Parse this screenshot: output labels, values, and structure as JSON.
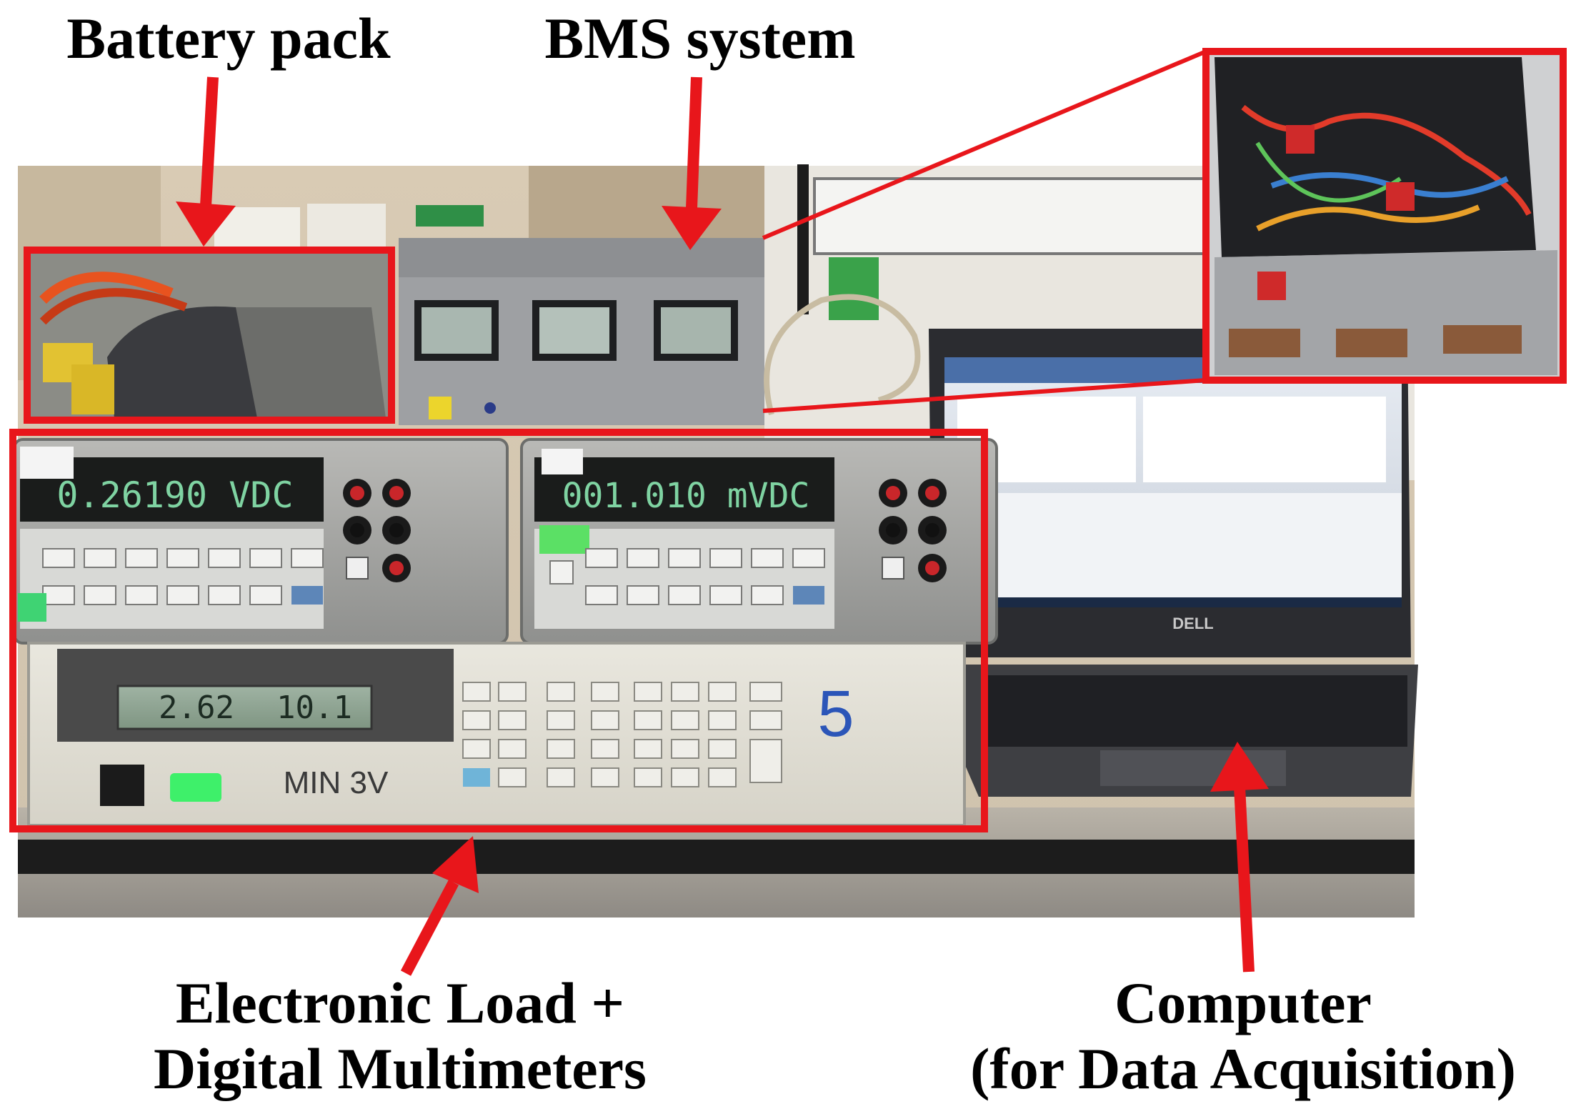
{
  "labels": {
    "battery_pack": "Battery pack",
    "bms_system": "BMS system",
    "electronic_load_line1": "Electronic Load +",
    "electronic_load_line2": "Digital Multimeters",
    "computer_line1": "Computer",
    "computer_line2": "(for Data Acquisition)"
  },
  "device_readouts": {
    "multimeter_left": "0.26190 VDC",
    "multimeter_right": "001.010 mVDC",
    "load_volts": "2.62",
    "load_amps": "10.1",
    "load_handwritten_number": "5",
    "load_handwritten_note": "MIN 3V",
    "laptop_brand": "DELL"
  },
  "colors": {
    "highlight_red": "#e8161b",
    "label_black": "#000000",
    "background": "#ffffff"
  }
}
